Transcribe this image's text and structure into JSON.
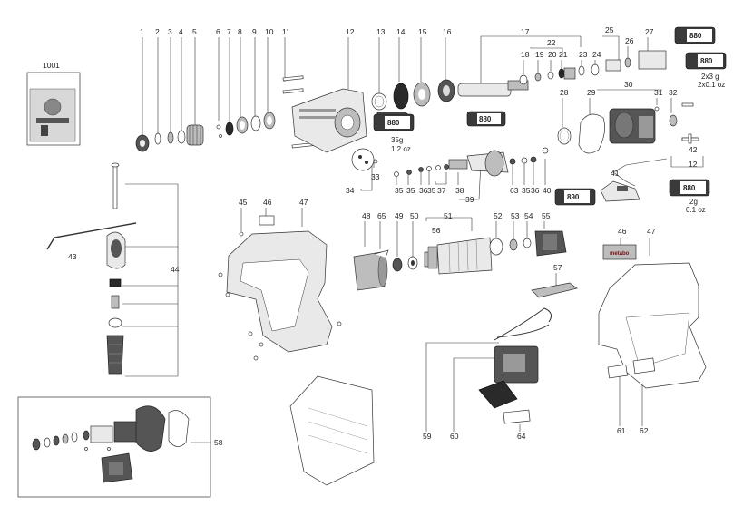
{
  "diagram": {
    "callouts": [
      "1",
      "2",
      "3",
      "4",
      "5",
      "6",
      "7",
      "8",
      "9",
      "10",
      "11",
      "12",
      "13",
      "14",
      "15",
      "16",
      "17",
      "18",
      "19",
      "20",
      "21",
      "22",
      "23",
      "24",
      "25",
      "26",
      "27",
      "28",
      "29",
      "30",
      "31",
      "32",
      "33",
      "34",
      "35",
      "35",
      "36",
      "35",
      "37",
      "38",
      "39",
      "63",
      "35",
      "36",
      "40",
      "41",
      "42",
      "12",
      "43",
      "44",
      "45",
      "46",
      "47",
      "48",
      "65",
      "49",
      "50",
      "51",
      "52",
      "53",
      "54",
      "55",
      "56",
      "46",
      "47",
      "57",
      "58",
      "59",
      "60",
      "64",
      "61",
      "62",
      "1001"
    ],
    "grease_tubes": [
      {
        "label": "880",
        "qty": "35g",
        "qty2": "1.2 oz"
      },
      {
        "label": "880",
        "qty": "",
        "qty2": ""
      },
      {
        "label": "880",
        "qty": "",
        "qty2": ""
      },
      {
        "label": "880",
        "qty": "2x3 g",
        "qty2": "2x0.1 oz"
      },
      {
        "label": "890",
        "qty": "",
        "qty2": ""
      },
      {
        "label": "880",
        "qty": "2g",
        "qty2": "0.1 oz"
      }
    ],
    "brand_label": "metabo"
  }
}
